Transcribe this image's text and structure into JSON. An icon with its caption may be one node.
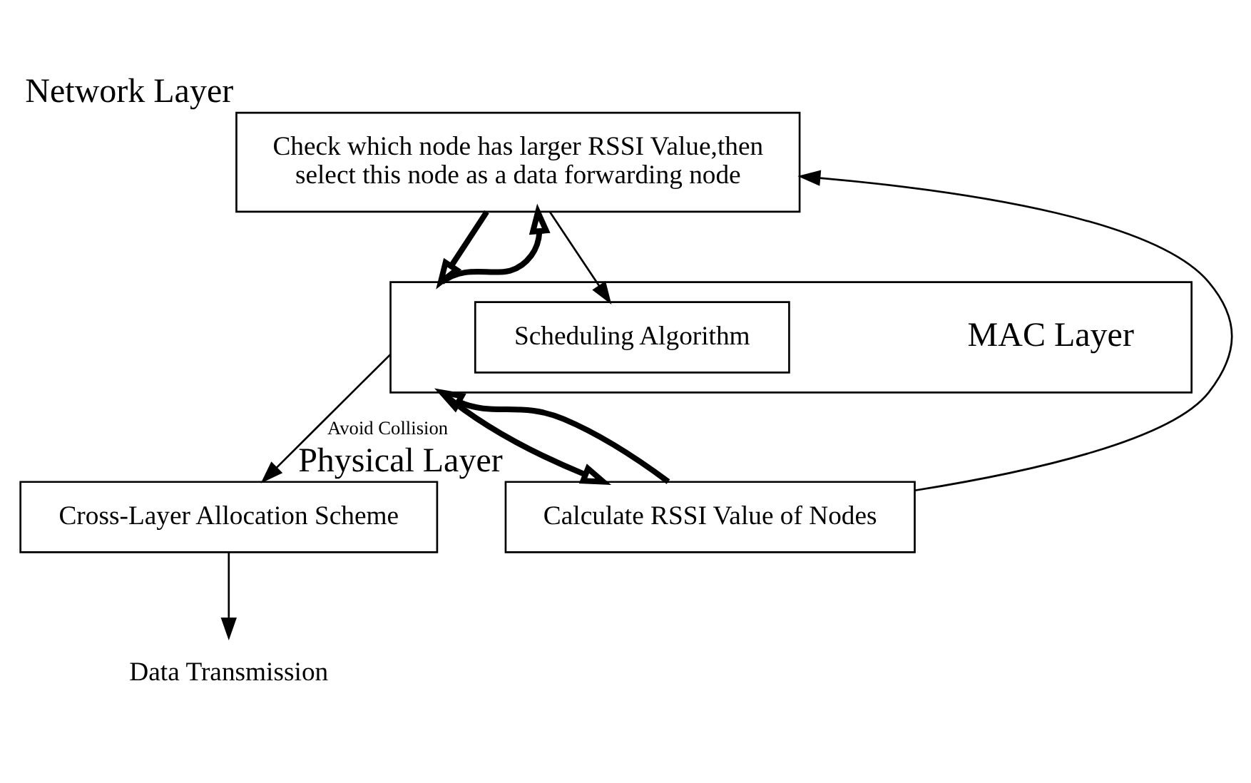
{
  "diagram": {
    "nodes": [
      {
        "text": [
          "Check which node has larger RSSI Value,then select this node as a data forwarding node"
        ],
        "beside": [
          "Network Layer"
        ]
      },
      {
        "text": [],
        "shape": "box",
        "beside": [
          "MAC Layer"
        ]
      },
      {
        "text": [
          "Scheduling Algorithm"
        ],
        "in": 1
      },
      {
        "text": [
          "Cross-Layer Allocation Scheme"
        ]
      },
      {
        "text": [
          "Calculate RSSI Value of Nodes"
        ],
        "beside": [
          "Physical Layer"
        ]
      },
      {
        "text": [
          "Data Transmission"
        ]
      }
    ],
    "edges": [
      {
        "from": 4,
        "to": 0,
        "arrow": "to"
      },
      {
        "from": 1,
        "to": 0,
        "arrow": "to",
        "style": "thick"
      },
      {
        "from": 0,
        "to": 2,
        "arrow": "to"
      },
      {
        "from": 0,
        "to": 1,
        "arrow": "to",
        "style": "thick"
      },
      {
        "from": 4,
        "to": 1,
        "arrow": "to",
        "style": "thick"
      },
      {
        "from": 1,
        "to": 3,
        "arrow": "to",
        "label": "Avoid Collision"
      },
      {
        "from": 1,
        "to": 4,
        "arrow": "to",
        "style": "thick"
      },
      {
        "from": 3,
        "to": 5,
        "arrow": "to"
      }
    ]
  }
}
